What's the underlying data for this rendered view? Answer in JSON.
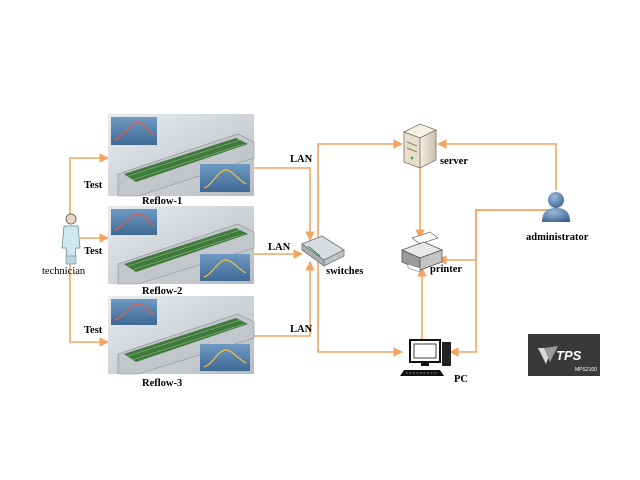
{
  "diagram": {
    "labels": {
      "technician": "technician",
      "test_1": "Test",
      "test_2": "Test",
      "test_3": "Test",
      "reflow_1": "Reflow-1",
      "reflow_2": "Reflow-2",
      "reflow_3": "Reflow-3",
      "lan_1": "LAN",
      "lan_2": "LAN",
      "lan_3": "LAN",
      "switches": "switches",
      "server": "server",
      "printer": "printer",
      "pc": "PC",
      "administrator": "administrator"
    },
    "logo": {
      "text": "TPS",
      "model": "MPS2100"
    },
    "colors": {
      "connector": "#f4a460",
      "machine_body": "#c9ccd0",
      "screen_bg": "#4d7aa8",
      "board": "#3f7a3c",
      "logo_bg": "#3a3a3a",
      "admin": "#4a6f9e"
    }
  }
}
